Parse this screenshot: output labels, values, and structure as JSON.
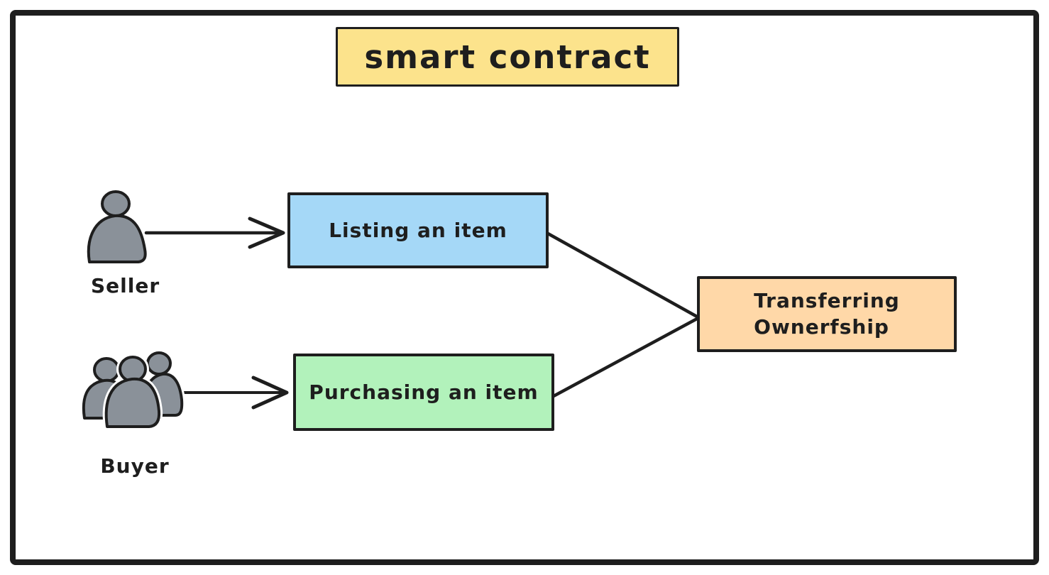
{
  "canvas": {
    "background": "#ffffff",
    "frame_border_color": "#1e1e1e"
  },
  "title": {
    "text": "smart contract",
    "fill": "#fce38c"
  },
  "actors": [
    {
      "id": "seller",
      "label": "Seller",
      "icon": "person-icon"
    },
    {
      "id": "buyer",
      "label": "Buyer",
      "icon": "people-group-icon"
    }
  ],
  "nodes": [
    {
      "id": "listing",
      "label": "Listing an item",
      "fill": "#a5d8f7"
    },
    {
      "id": "purchasing",
      "label": "Purchasing an item",
      "fill": "#b2f2bb"
    },
    {
      "id": "transferring",
      "label": "Transferring\nOwnerfship",
      "fill": "#ffd8a8"
    }
  ],
  "edges": [
    {
      "from": "seller",
      "to": "listing",
      "arrowhead": true
    },
    {
      "from": "buyer",
      "to": "purchasing",
      "arrowhead": true
    },
    {
      "from": "listing",
      "to": "transferring",
      "arrowhead": false
    },
    {
      "from": "purchasing",
      "to": "transferring",
      "arrowhead": false
    }
  ],
  "colors": {
    "ink": "#1e1e1e",
    "actor_fill": "#8a9199",
    "halo": "#ffffff"
  }
}
